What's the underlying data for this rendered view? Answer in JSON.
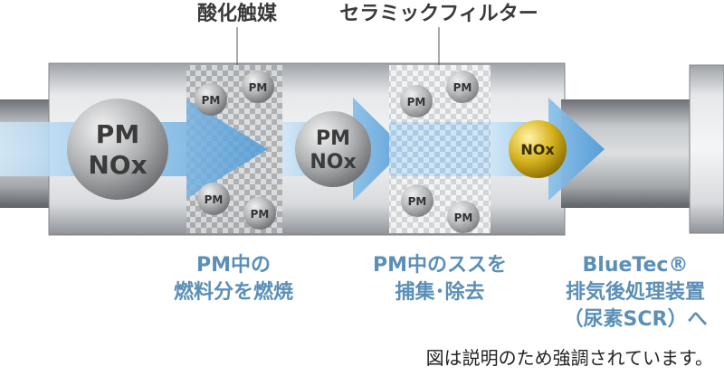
{
  "labels": {
    "catalyst": "酸化触媒",
    "ceramic_filter": "セラミックフィルター",
    "step1_line1": "PM中の",
    "step1_line2": "燃料分を燃焼",
    "step2_line1": "PM中のススを",
    "step2_line2": "捕集･除去",
    "step3_line1": "BlueTec®",
    "step3_line2": "排気後処理装置",
    "step3_line3": "（尿素SCR）へ",
    "note": "図は説明のため強調されています。"
  },
  "particles": {
    "pm": "PM",
    "nox": "NOx"
  },
  "colors": {
    "pipe_gray": "#c9ccd0",
    "flow_blue": "#7fb7e3",
    "label_blue": "#5a8fb8",
    "nox_gold": "#d6b21e"
  }
}
